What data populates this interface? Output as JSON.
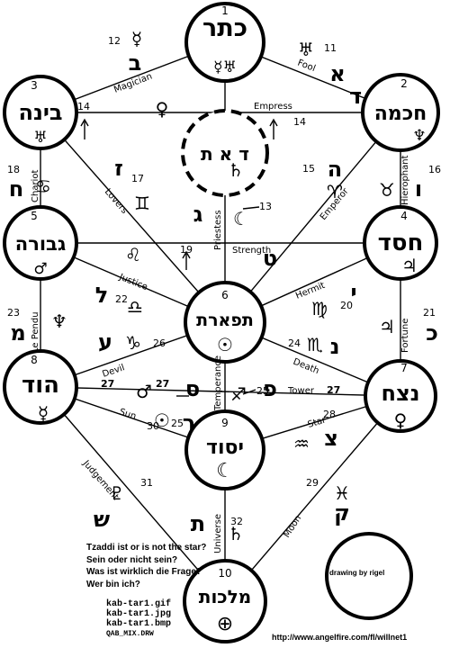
{
  "sephirot": [
    {
      "id": "1",
      "hebrew": "כתר",
      "planet": "☿♅"
    },
    {
      "id": "2",
      "hebrew": "חכמה",
      "planet": "♆"
    },
    {
      "id": "3",
      "hebrew": "בינה",
      "planet": "♅"
    },
    {
      "id": "4",
      "hebrew": "חסד",
      "planet": "♃"
    },
    {
      "id": "5",
      "hebrew": "גבורה",
      "planet": "♂"
    },
    {
      "id": "6",
      "hebrew": "תפארת",
      "planet": "☉"
    },
    {
      "id": "7",
      "hebrew": "נצח",
      "planet": "♀"
    },
    {
      "id": "8",
      "hebrew": "הוד",
      "planet": "☿"
    },
    {
      "id": "9",
      "hebrew": "יסוד",
      "planet": "☾"
    },
    {
      "id": "10",
      "hebrew": "מלכות",
      "planet": "⊕"
    }
  ],
  "daath": {
    "letters": "ד א ת",
    "planet": "♄"
  },
  "paths": [
    {
      "name": "Magician",
      "num": "12",
      "letter": "ב",
      "symbol": "☿"
    },
    {
      "name": "Fool",
      "num": "11",
      "letter": "א",
      "symbol": "♅"
    },
    {
      "name": "Empress",
      "num": "14",
      "letter": "ד",
      "symbol": "♀"
    },
    {
      "name": "Chariot",
      "num": "18",
      "letter": "ח",
      "symbol": "♋"
    },
    {
      "name": "Lovers",
      "num": "17",
      "letter": "ז",
      "symbol": "♊"
    },
    {
      "name": "Priestess",
      "num": "13",
      "letter": "ג",
      "symbol": "☾"
    },
    {
      "name": "Emperor",
      "num": "15",
      "letter": "ה",
      "symbol": "♈"
    },
    {
      "name": "Hierophant",
      "num": "16",
      "letter": "ו",
      "symbol": "♉"
    },
    {
      "name": "Strength",
      "num": "19",
      "letter": "ט",
      "symbol": "♌"
    },
    {
      "name": "Justice",
      "num": "22",
      "letter": "ל",
      "symbol": "♎"
    },
    {
      "name": "Hermit",
      "num": "20",
      "letter": "י",
      "symbol": "♍"
    },
    {
      "name": "Le Pendu",
      "num": "23",
      "letter": "מ",
      "symbol": "♆"
    },
    {
      "name": "Fortune",
      "num": "21",
      "letter": "כ",
      "symbol": "♃"
    },
    {
      "name": "Devil",
      "num": "26",
      "letter": "ע",
      "symbol": "♑"
    },
    {
      "name": "Death",
      "num": "24",
      "letter": "נ",
      "symbol": "♏"
    },
    {
      "name": "Tower",
      "num": "27",
      "letter": "פ",
      "symbol": "♂"
    },
    {
      "name": "Temperance",
      "num": "25",
      "letter": "ס",
      "symbol": "♐"
    },
    {
      "name": "Sun",
      "num": "30",
      "letter": "ר",
      "symbol": "☉"
    },
    {
      "name": "Star",
      "num": "28",
      "letter": "צ",
      "symbol": "♒"
    },
    {
      "name": "Judgement",
      "num": "31",
      "letter": "ש",
      "symbol": "♇"
    },
    {
      "name": "Moon",
      "num": "29",
      "letter": "ק",
      "symbol": "♓"
    },
    {
      "name": "Universe",
      "num": "32",
      "letter": "ת",
      "symbol": "♄"
    }
  ],
  "notes": [
    "Tzaddi ist or is not the star?",
    "Sein oder nicht sein?",
    "Was ist wirklich die Frage?",
    "Wer bin ich?"
  ],
  "files": [
    "kab-tar1.gif",
    "kab-tar1.jpg",
    "kab-tar1.bmp",
    "QAB_MIX.DRW"
  ],
  "credit": "drawing by rigel",
  "url": "http://www.angelfire.com/fl/willnet1"
}
